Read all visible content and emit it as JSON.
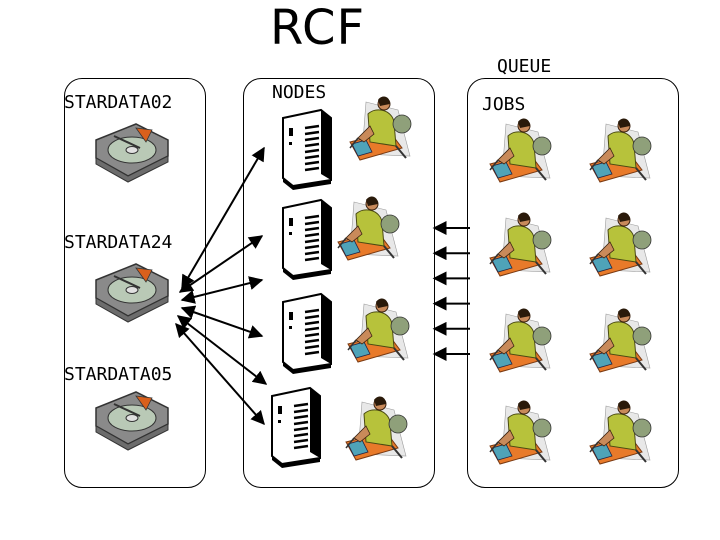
{
  "title": "RCF",
  "storage": {
    "disks": [
      {
        "label": "STARDATA02"
      },
      {
        "label": "STARDATA24"
      },
      {
        "label": "STARDATA05"
      }
    ]
  },
  "nodes": {
    "label": "NODES",
    "count": 4
  },
  "queue": {
    "title": "QUEUE",
    "label": "JOBS",
    "job_rows": 4,
    "job_cols": 2,
    "arrow_count": 6
  },
  "colors": {
    "line": "#000000",
    "disk_body": "#8a8a8a",
    "disk_platter": "#b9c9b6",
    "disk_accent": "#d9601c",
    "worker_shirt": "#b7c23b",
    "worker_skin": "#c98a5a",
    "desk": "#e87a2a",
    "screen": "#4fa3b8"
  }
}
